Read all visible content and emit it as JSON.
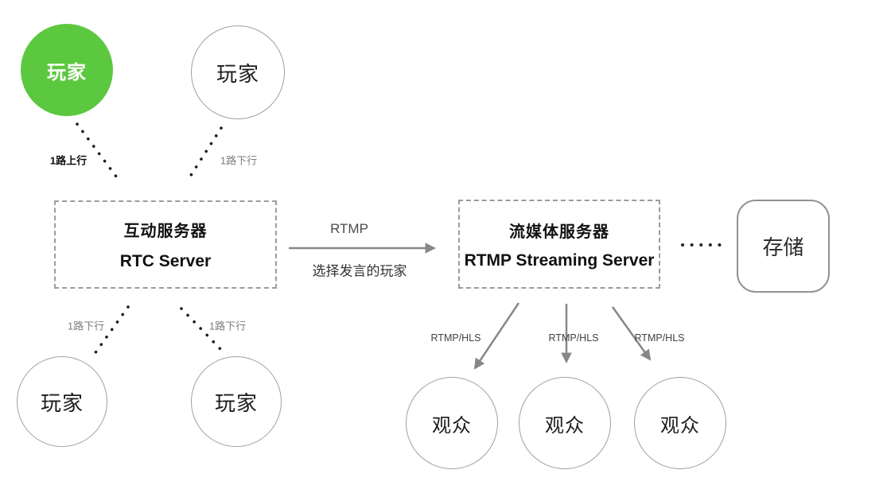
{
  "diagram": {
    "players": {
      "active": "玩家",
      "top": "玩家",
      "bottom_left": "玩家",
      "bottom_right": "玩家"
    },
    "rtc_server": {
      "title_zh": "互动服务器",
      "title_en": "RTC Server"
    },
    "streaming_server": {
      "title_zh": "流媒体服务器",
      "title_en": "RTMP Streaming Server"
    },
    "storage": {
      "label": "存储"
    },
    "audiences": [
      "观众",
      "观众",
      "观众"
    ],
    "edge_labels": {
      "uplink": "1路上行",
      "downlink_top": "1路下行",
      "downlink_bottom_left": "1路下行",
      "downlink_bottom_right": "1路下行",
      "rtmp": "RTMP",
      "rtmp_note": "选择发言的玩家",
      "rtmp_hls_1": "RTMP/HLS",
      "rtmp_hls_2": "RTMP/HLS",
      "rtmp_hls_3": "RTMP/HLS"
    },
    "colors": {
      "active_player_fill": "#5cc83f",
      "arrow": "#85888b",
      "dotted": "#1c1c1c",
      "dashed_border": "#9c9c9c"
    }
  }
}
